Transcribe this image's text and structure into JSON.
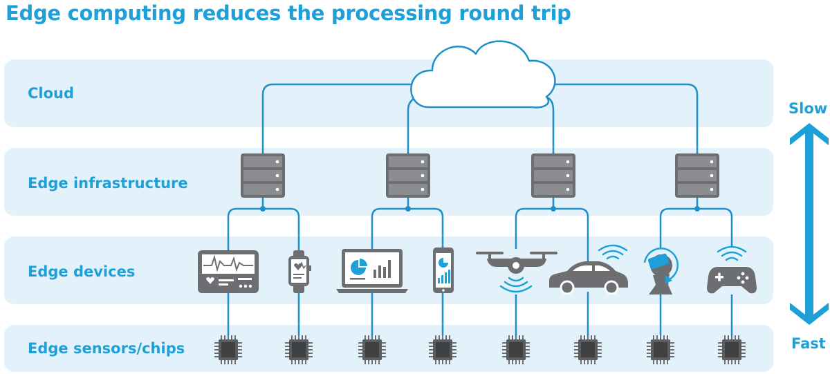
{
  "title": "Edge computing reduces the processing round trip",
  "layers": [
    {
      "id": "cloud",
      "label": "Cloud"
    },
    {
      "id": "infrastructure",
      "label": "Edge infrastructure"
    },
    {
      "id": "devices",
      "label": "Edge devices"
    },
    {
      "id": "sensors",
      "label": "Edge sensors/chips"
    }
  ],
  "latency_scale": {
    "top_label": "Slow",
    "bottom_label": "Fast"
  },
  "colors": {
    "accent": "#1da0d8",
    "band": "#e3f2fa",
    "device_gray": "#6d6e71",
    "connector": "#1d8fc9"
  },
  "servers": [
    {
      "icon": "server-rack-icon"
    },
    {
      "icon": "server-rack-icon"
    },
    {
      "icon": "server-rack-icon"
    },
    {
      "icon": "server-rack-icon"
    }
  ],
  "devices": [
    {
      "icon": "patient-monitor-icon"
    },
    {
      "icon": "smartwatch-icon"
    },
    {
      "icon": "laptop-icon"
    },
    {
      "icon": "smartphone-icon"
    },
    {
      "icon": "drone-icon"
    },
    {
      "icon": "connected-car-icon"
    },
    {
      "icon": "vr-headset-user-icon"
    },
    {
      "icon": "game-controller-icon"
    }
  ],
  "chip_count": 8
}
